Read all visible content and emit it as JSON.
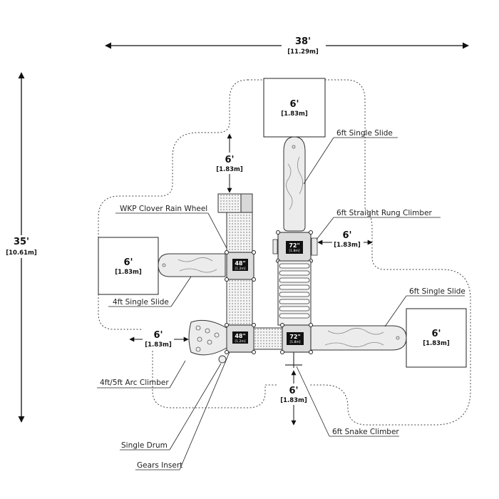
{
  "dimensions": {
    "overall_width": {
      "main": "38'",
      "sub": "[11.29m]"
    },
    "overall_depth": {
      "main": "35'",
      "sub": "[10.61m]"
    },
    "clearance": [
      {
        "id": "top-left",
        "main": "6'",
        "sub": "[1.83m]"
      },
      {
        "id": "right-mid",
        "main": "6'",
        "sub": "[1.83m]"
      },
      {
        "id": "left-lower",
        "main": "6'",
        "sub": "[1.83m]"
      },
      {
        "id": "bottom",
        "main": "6'",
        "sub": "[1.83m]"
      }
    ]
  },
  "use_zones": [
    {
      "id": "top",
      "main": "6'",
      "sub": "[1.83m]"
    },
    {
      "id": "left",
      "main": "6'",
      "sub": "[1.83m]"
    },
    {
      "id": "right",
      "main": "6'",
      "sub": "[1.83m]"
    }
  ],
  "decks": [
    {
      "id": "deck-left-upper",
      "height": "48\"",
      "metric": "[1.2m]"
    },
    {
      "id": "deck-left-lower",
      "height": "48\"",
      "metric": "[1.2m]"
    },
    {
      "id": "deck-right-upper",
      "height": "72\"",
      "metric": "[1.8m]"
    },
    {
      "id": "deck-right-lower",
      "height": "72\"",
      "metric": "[1.8m]"
    }
  ],
  "callouts": [
    {
      "id": "wkp-clover-rain-wheel",
      "label": "WKP Clover Rain Wheel"
    },
    {
      "id": "4ft-single-slide",
      "label": "4ft Single Slide"
    },
    {
      "id": "4ft-5ft-arc-climber",
      "label": "4ft/5ft Arc Climber"
    },
    {
      "id": "single-drum",
      "label": "Single Drum"
    },
    {
      "id": "gears-insert",
      "label": "Gears Insert"
    },
    {
      "id": "6ft-single-slide-top",
      "label": "6ft Single Slide"
    },
    {
      "id": "6ft-straight-rung-climber",
      "label": "6ft Straight Rung Climber"
    },
    {
      "id": "6ft-single-slide-right",
      "label": "6ft Single Slide"
    },
    {
      "id": "6ft-snake-climber",
      "label": "6ft Snake Climber"
    }
  ]
}
